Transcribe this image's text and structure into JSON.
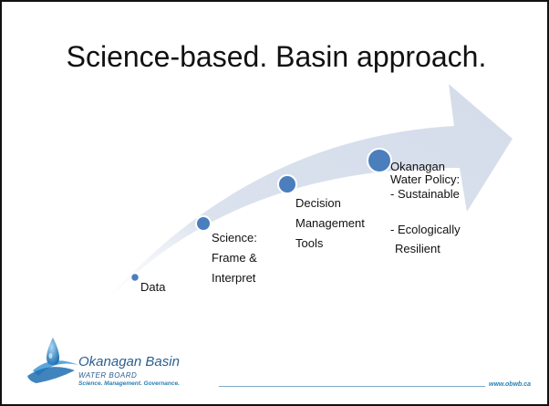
{
  "slide": {
    "title": "Science-based. Basin approach."
  },
  "diagram": {
    "nodes": [
      {
        "id": "data",
        "lines": [
          "Data"
        ]
      },
      {
        "id": "science",
        "lines": [
          "Science:",
          "Frame &",
          "Interpret"
        ]
      },
      {
        "id": "decision",
        "lines": [
          "Decision",
          "Management",
          "Tools"
        ]
      },
      {
        "id": "policy",
        "lines": [
          "Okanagan",
          "Water Policy:",
          "- Sustainable",
          "",
          "- Ecologically",
          "Resilient"
        ]
      }
    ]
  },
  "logo": {
    "name": "Okanagan Basin",
    "sub": "WATER BOARD",
    "tagline": "Science. Management. Governance."
  },
  "footer": {
    "url": "www.obwb.ca"
  },
  "colors": {
    "arrow": "#dbe2ee",
    "node": "#4a7ebd",
    "node_stroke": "#ffffff",
    "logo_text": "#2a5f8f",
    "accent": "#2a7fb7"
  }
}
